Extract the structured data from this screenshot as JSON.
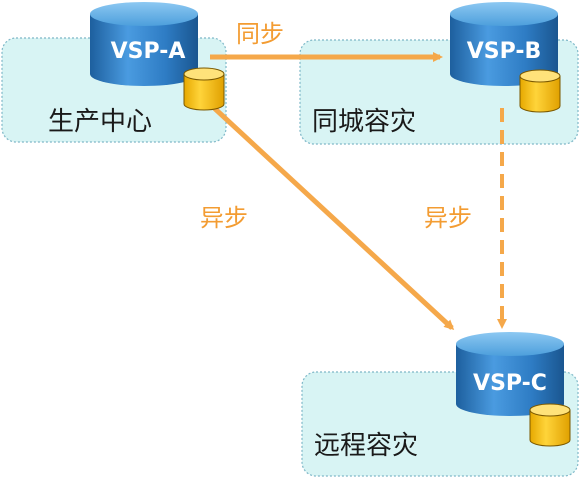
{
  "sites": {
    "a": {
      "name": "生产中心",
      "storage": "VSP-A"
    },
    "b": {
      "name": "同城容灾",
      "storage": "VSP-B"
    },
    "c": {
      "name": "远程容灾",
      "storage": "VSP-C"
    }
  },
  "links": {
    "a_to_b": {
      "label": "同步"
    },
    "a_to_c": {
      "label": "异步"
    },
    "b_to_c": {
      "label": "异步"
    }
  },
  "colors": {
    "site_fill": "#d8f4f4",
    "site_border": "#7fb8c8",
    "arrow": "#f5a84a",
    "arrow_text": "#f39c32",
    "cylinder_blue": "#2f7fc6",
    "cylinder_gold": "#f5c21b"
  }
}
